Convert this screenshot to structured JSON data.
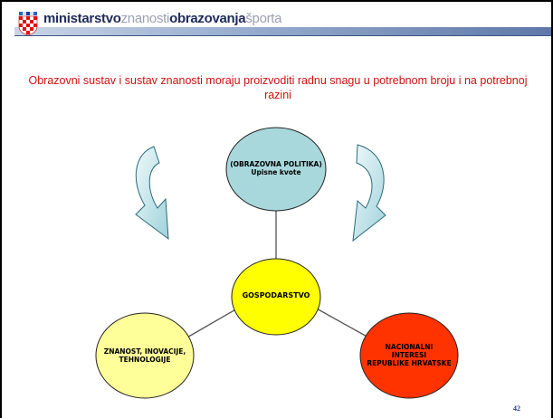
{
  "header": {
    "brand_part1": "ministarstvo",
    "brand_part2": "znanosti",
    "brand_part3": "obrazovanja",
    "brand_part4": "športa"
  },
  "title": "Obrazovni sustav i sustav znanosti moraju proizvoditi radnu snagu u potrebnom broju i na potrebnoj razini",
  "diagram": {
    "top_node": {
      "line1": "(OBRAZOVNA POLITIKA)",
      "line2": "Upisne kvote",
      "color": "#a8d8dc"
    },
    "center_node": {
      "label": "GOSPODARSTVO",
      "color": "#ffff00"
    },
    "left_node": {
      "line1": "ZNANOST, INOVACIJE,",
      "line2": "TEHNOLOGIJE",
      "color": "#ffff99"
    },
    "right_node": {
      "line1": "NACIONALNI",
      "line2": "INTERESI",
      "line3": "REPUBLIKE HRVATSKE",
      "color": "#ff3300"
    }
  },
  "page_number": "42"
}
